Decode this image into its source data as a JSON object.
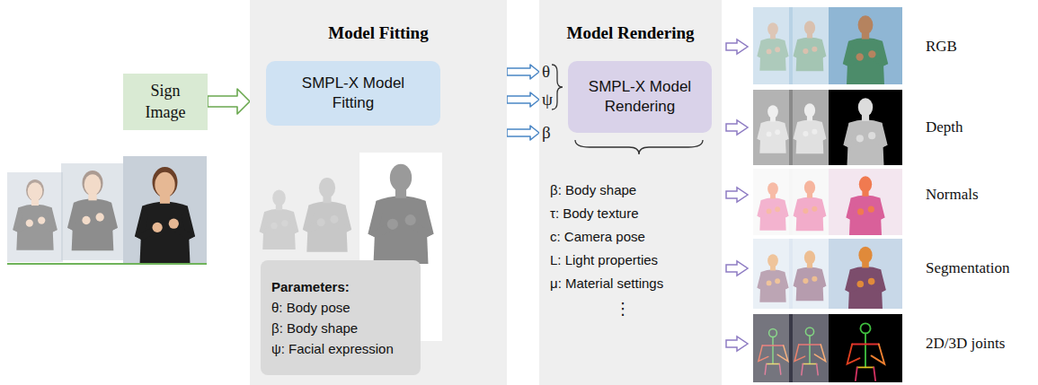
{
  "diagram": {
    "nodes": [
      {
        "text": [
          "Sign Image"
        ]
      },
      {
        "text": [
          "Model Fitting"
        ]
      },
      {
        "text": [
          "SMPL-X Model Fitting"
        ],
        "in": 1
      },
      {
        "text": [
          "Parameters:",
          "θ: Body pose",
          "β: Body shape",
          "ψ: Facial expression"
        ],
        "in": 1
      },
      {
        "text": [
          "Model Rendering"
        ]
      },
      {
        "text": [
          "SMPL-X Model Rendering"
        ],
        "in": 4
      }
    ],
    "edges": [
      {
        "from": 0,
        "to": 1,
        "arrow": "to"
      },
      {
        "from": 1,
        "to": 4,
        "label": "θ",
        "arrow": "to"
      },
      {
        "from": 1,
        "to": 4,
        "label": "ψ",
        "arrow": "to"
      },
      {
        "from": 1,
        "to": 4,
        "label": "β",
        "arrow": "to"
      }
    ],
    "labels": [
      "β: Body shape",
      "τ: Body texture",
      "c: Camera pose",
      "L: Light properties",
      "μ: Material settings",
      "⋮",
      "RGB",
      "Depth",
      "Normals",
      "Segmentation",
      "2D/3D joints"
    ]
  }
}
